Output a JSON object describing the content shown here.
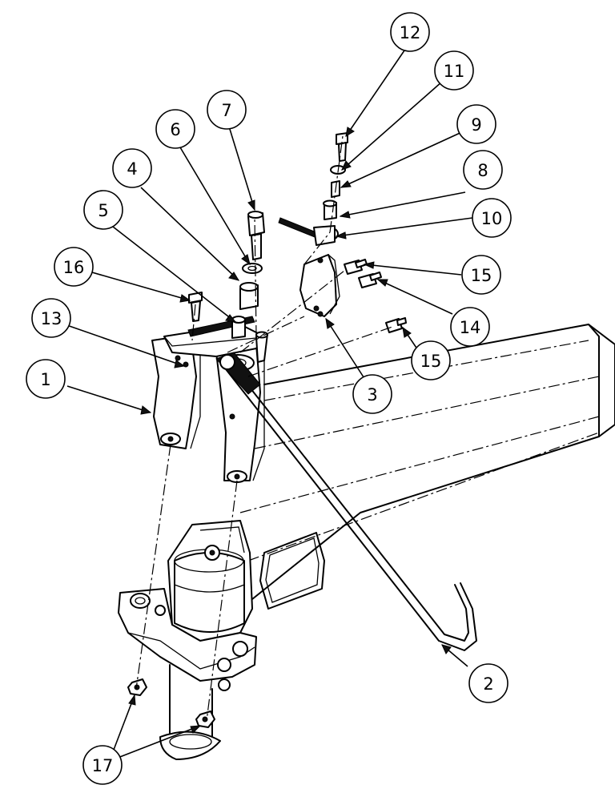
{
  "callouts": [
    {
      "id": "c1",
      "label": "1"
    },
    {
      "id": "c2",
      "label": "2"
    },
    {
      "id": "c3",
      "label": "3"
    },
    {
      "id": "c4",
      "label": "4"
    },
    {
      "id": "c5",
      "label": "5"
    },
    {
      "id": "c6",
      "label": "6"
    },
    {
      "id": "c7",
      "label": "7"
    },
    {
      "id": "c8",
      "label": "8"
    },
    {
      "id": "c9",
      "label": "9"
    },
    {
      "id": "c10",
      "label": "10"
    },
    {
      "id": "c11",
      "label": "11"
    },
    {
      "id": "c12",
      "label": "12"
    },
    {
      "id": "c13",
      "label": "13"
    },
    {
      "id": "c14",
      "label": "14"
    },
    {
      "id": "c15a",
      "label": "15"
    },
    {
      "id": "c15b",
      "label": "15"
    },
    {
      "id": "c16",
      "label": "16"
    },
    {
      "id": "c17",
      "label": "17"
    }
  ]
}
